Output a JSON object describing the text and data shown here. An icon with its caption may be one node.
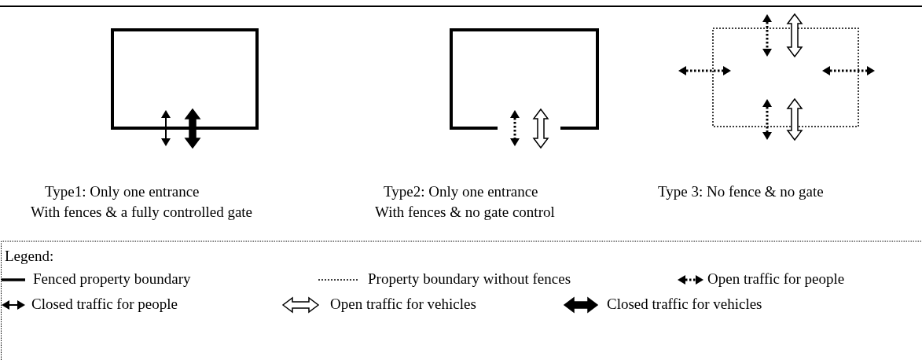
{
  "diagram": {
    "labels": [
      "Type1: Only one entrance",
      "Type2: Only one entrance",
      "Type 3: No fence & no gate",
      "With fences & a fully controlled gate",
      "With fences & no gate control",
      "Legend:"
    ],
    "legend": [
      {
        "text": "Fenced property boundary"
      },
      {
        "text": "Property boundary without fences"
      },
      {
        "text": "Open traffic for people"
      },
      {
        "text": "Closed traffic for people"
      },
      {
        "text": "Open traffic for vehicles"
      },
      {
        "text": "Closed traffic for vehicles"
      }
    ]
  }
}
